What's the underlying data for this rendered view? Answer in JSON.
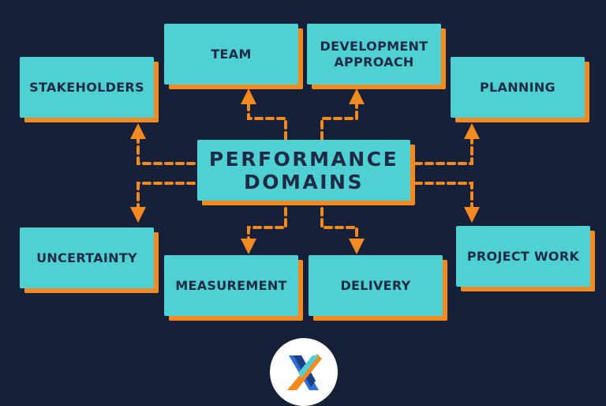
{
  "center": {
    "line1": "PERFORMANCE",
    "line2": "DOMAINS"
  },
  "domains": {
    "team": "TEAM",
    "development_approach": "DEVELOPMENT APPROACH",
    "stakeholders": "STAKEHOLDERS",
    "planning": "PLANNING",
    "uncertainty": "UNCERTAINTY",
    "measurement": "MEASUREMENT",
    "delivery": "DELIVERY",
    "project_work": "PROJECT WORK"
  },
  "colors": {
    "background": "#172039",
    "box": "#4fd0d2",
    "shadow": "#f28a21",
    "text": "#1e2a46",
    "arrow": "#f28a21"
  },
  "logo": {
    "icon": "x-logo-icon"
  }
}
